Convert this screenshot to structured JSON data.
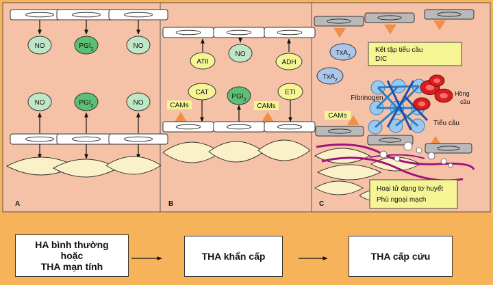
{
  "colors": {
    "panel_bg": "#f6c2a7",
    "page_bg": "#f7b35a",
    "cell_fill": "#fbf1c8",
    "no_fill": "#bfe7c7",
    "pgi_fill": "#5bbf74",
    "yellow_fill": "#f5f596",
    "txa_fill": "#aac6ea",
    "triangle": "#ef8f4a",
    "rbc": "#d61f1f",
    "fibrin": "#2b7fc8",
    "fibrin_mesh": "#1a4fa8",
    "necrosis": "#a1137a"
  },
  "panels": [
    {
      "letter": "A",
      "top_molecules": [
        "NO",
        "PGI",
        "NO"
      ],
      "bottom_molecules": [
        "NO",
        "PGI",
        "NO"
      ]
    },
    {
      "letter": "B",
      "top_molecules": [
        "ATII",
        "NO",
        "ADH"
      ],
      "bottom_molecules": [
        "CAT",
        "PGI",
        "ETI"
      ],
      "cams_labels": [
        "CAMs",
        "CAMs"
      ]
    },
    {
      "letter": "C",
      "txa_labels": [
        "TxA",
        "TxA"
      ],
      "subscript_2": "2",
      "platelet_aggregation_box": [
        "Kết tập tiểu cầu",
        "DIC"
      ],
      "fibrinogen_label": "Fibrinogen",
      "rbc_label": [
        "Hồng",
        "cầu"
      ],
      "platelet_label": "Tiểu cầu",
      "cams_label": "CAMs",
      "necrosis_box": [
        "Hoại tử dạng tơ huyết",
        "Phù ngoại mạch"
      ]
    }
  ],
  "progression": [
    {
      "lines": [
        "HA bình thường",
        "hoặc",
        "THA mạn tính"
      ]
    },
    {
      "lines": [
        "THA khẩn cấp"
      ]
    },
    {
      "lines": [
        "THA cấp cứu"
      ]
    }
  ]
}
